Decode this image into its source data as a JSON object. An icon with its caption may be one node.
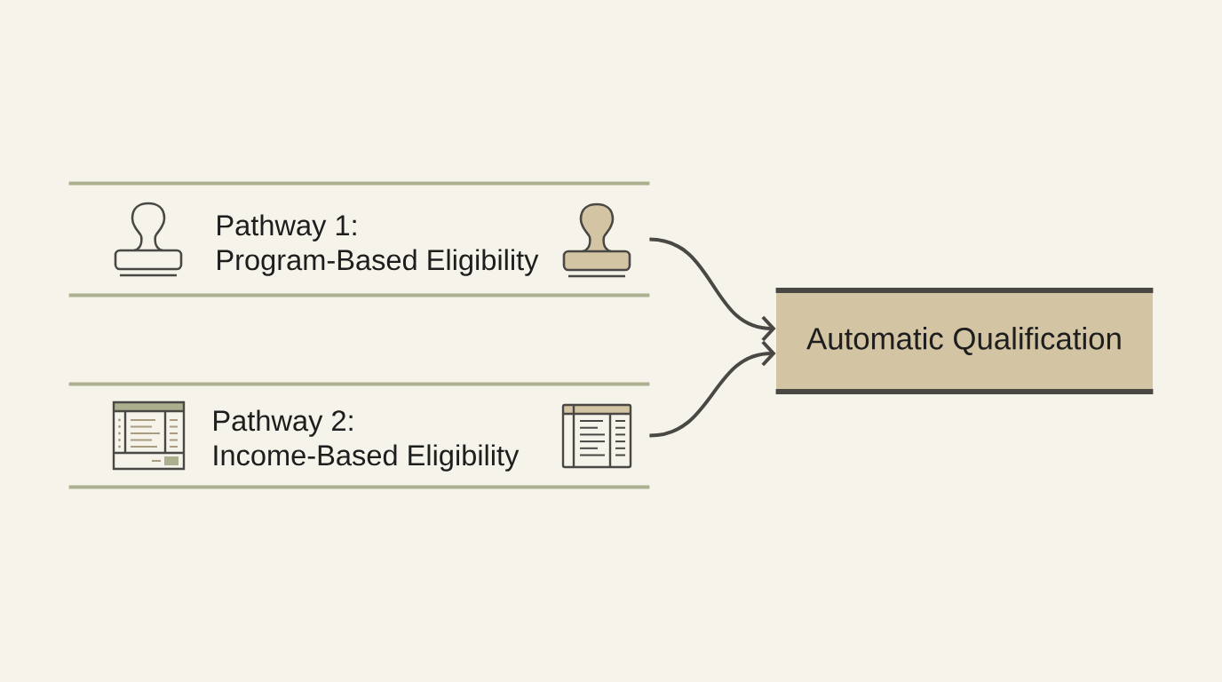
{
  "diagram": {
    "nodes": [
      {
        "text": [
          "Pathway 1:",
          "Program-Based Eligibility"
        ]
      },
      {
        "text": [
          "Pathway 2:",
          "Income-Based Eligibility"
        ]
      },
      {
        "text": [
          "Automatic Qualification"
        ]
      }
    ],
    "edges": [
      {
        "from": 0,
        "to": 2,
        "arrow": "to"
      },
      {
        "from": 1,
        "to": 2,
        "arrow": "to"
      }
    ]
  }
}
